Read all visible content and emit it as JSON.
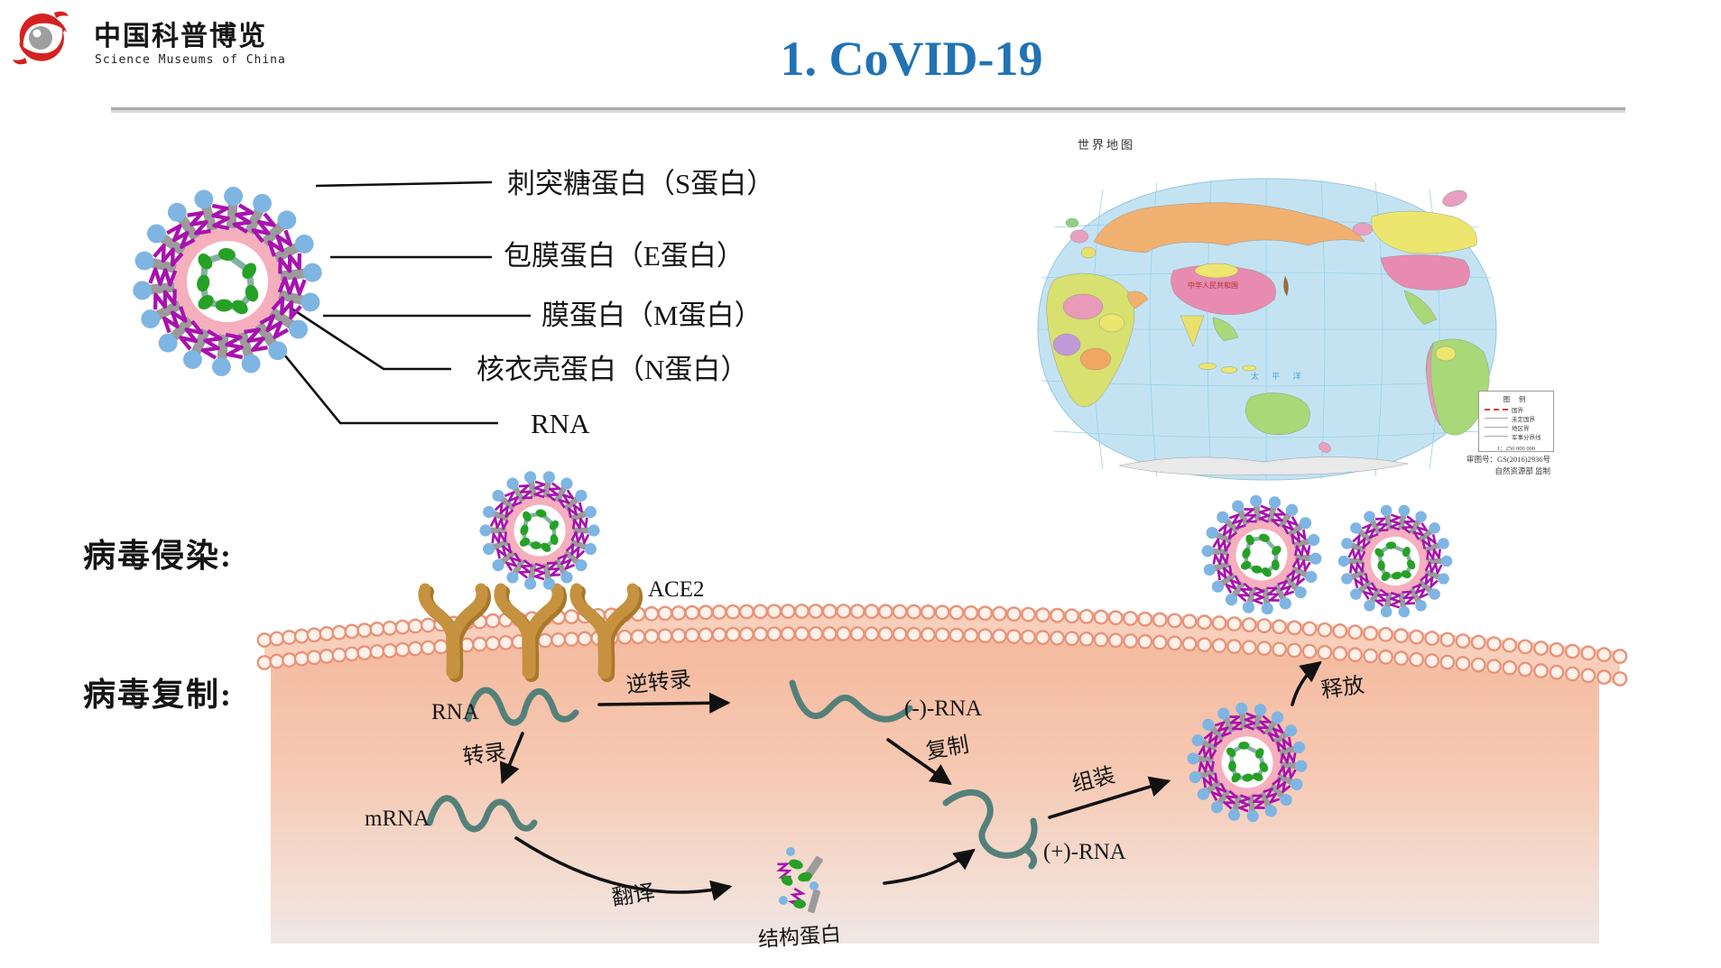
{
  "logo": {
    "name": "中国科普博览",
    "subtitle": "Science Museums of China"
  },
  "header": {
    "title": "1. CoVID-19"
  },
  "structure": {
    "labels": [
      "刺突糖蛋白（S蛋白）",
      "包膜蛋白（E蛋白）",
      "膜蛋白（M蛋白）",
      "核衣壳蛋白（N蛋白）",
      "RNA"
    ]
  },
  "map": {
    "title": "世界地图",
    "china_label": "中华人民共和国",
    "ocean_label": "太 平 洋",
    "legend": {
      "title": "图 例",
      "items": [
        "国界",
        "未定国界",
        "地区界",
        "军事分界线"
      ],
      "scale": "1：250 000 000"
    },
    "attribution_line1": "审图号：GS(2016)2936号",
    "attribution_line2": "自然资源部 监制"
  },
  "process": {
    "infection_label": "病毒侵染:",
    "replication_label": "病毒复制:",
    "ace2": "ACE2",
    "rna": "RNA",
    "mrna": "mRNA",
    "minus_rna": "(-)-RNA",
    "plus_rna": "(+)-RNA",
    "reverse_transcription": "逆转录",
    "transcription": "转录",
    "replication_step": "复制",
    "translation": "翻译",
    "structural_protein": "结构蛋白",
    "assembly": "组装",
    "release": "释放"
  },
  "palette": {
    "title_blue": "#2173b4",
    "spike_gray": "#9b9b9b",
    "tip_blue": "#7fb5e3",
    "protein_purple": "#a812ae",
    "ring_pink": "#f5afbd",
    "n_green": "#25a125",
    "rna_teal": "#54807a",
    "membrane_edge": "#e8937a",
    "membrane_fill": "#f8cfba",
    "cell_top": "#f4ba9e",
    "cell_bottom": "#efe8e5",
    "receptor_tan": "#c6923f",
    "receptor_shadow": "#a9782a",
    "ink": "#111111",
    "map_sea": "#c3e3f3"
  }
}
